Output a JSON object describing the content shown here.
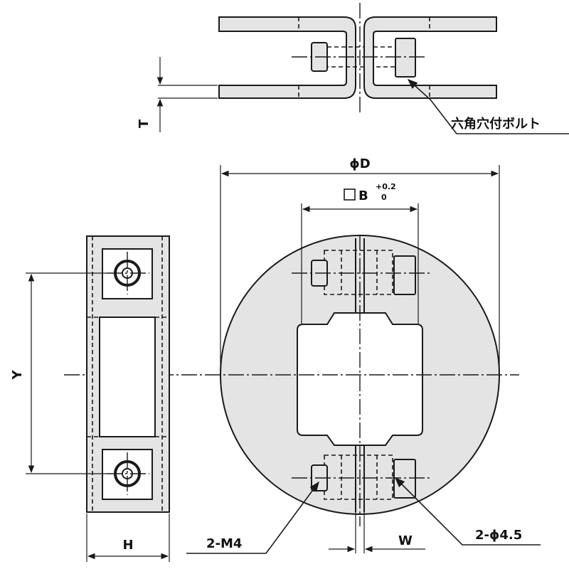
{
  "labels": {
    "bolt_note": "六角穴付ボルト",
    "dim_T": "T",
    "dim_D": "ϕD",
    "dim_B": "□B",
    "dim_B_tol_upper": "+0.2",
    "dim_B_tol_lower": "0",
    "dim_Y": "Y",
    "dim_H": "H",
    "dim_W": "W",
    "thread_note": "2-M4",
    "hole_note": "2-ϕ4.5"
  }
}
